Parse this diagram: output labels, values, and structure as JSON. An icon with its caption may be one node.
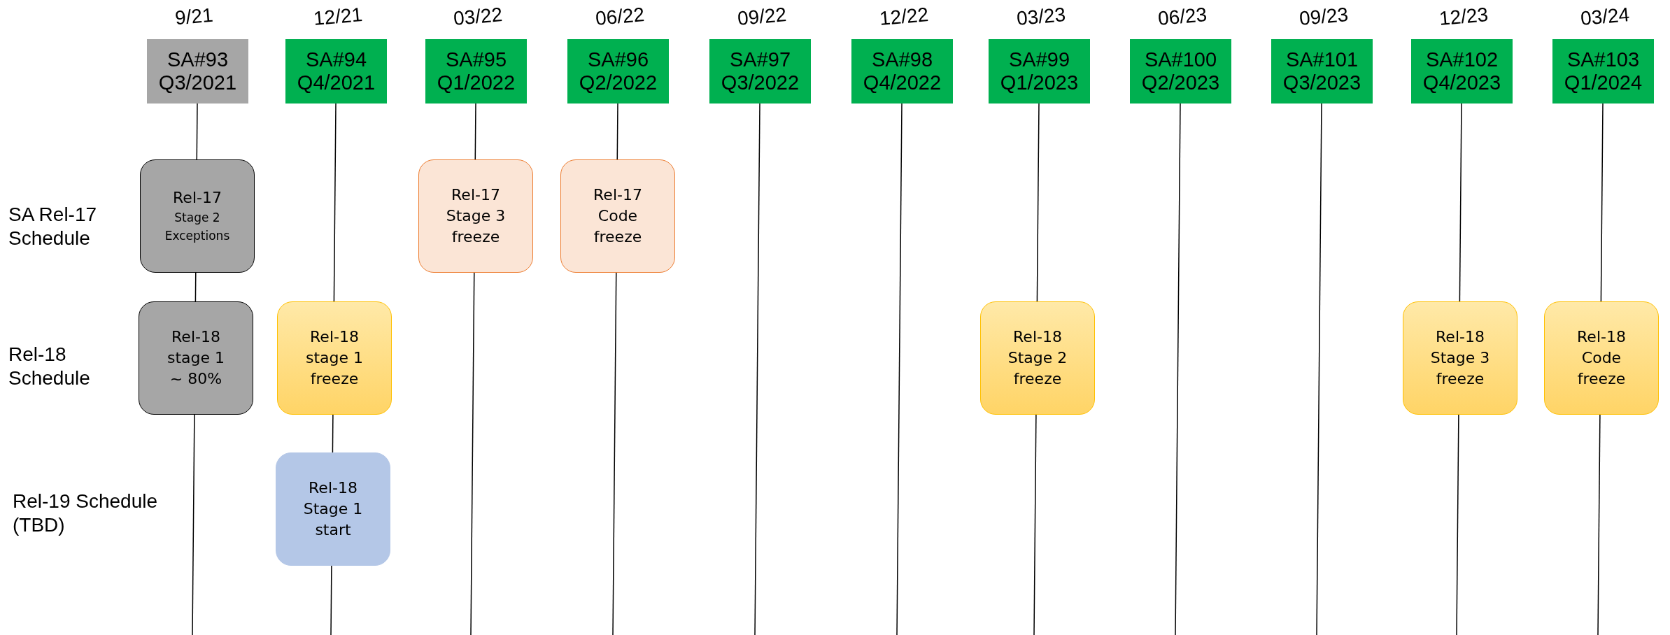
{
  "diagram": {
    "nodes": [
      {
        "text": [
          "SA#93 Q3/2021"
        ],
        "beside": [
          "9/21"
        ]
      },
      {
        "text": [
          "SA#94 Q4/2021"
        ],
        "beside": [
          "12/21"
        ]
      },
      {
        "text": [
          "SA#95 Q1/2022"
        ],
        "beside": [
          "03/22"
        ]
      },
      {
        "text": [
          "SA#96 Q2/2022"
        ],
        "beside": [
          "06/22"
        ]
      },
      {
        "text": [
          "SA#97 Q3/2022"
        ],
        "beside": [
          "09/22"
        ]
      },
      {
        "text": [
          "SA#98 Q4/2022"
        ],
        "beside": [
          "12/22"
        ]
      },
      {
        "text": [
          "SA#99 Q1/2023"
        ],
        "beside": [
          "03/23"
        ]
      },
      {
        "text": [
          "SA#100 Q2/2023"
        ],
        "beside": [
          "06/23"
        ]
      },
      {
        "text": [
          "SA#101 Q3/2023"
        ],
        "beside": [
          "09/23"
        ]
      },
      {
        "text": [
          "SA#102 Q4/2023"
        ],
        "beside": [
          "12/23"
        ]
      },
      {
        "text": [
          "SA#103 Q1/2024"
        ],
        "beside": [
          "03/24"
        ]
      },
      {
        "text": [
          "Rel-17",
          "Stage 2 Exceptions"
        ]
      },
      {
        "text": [
          "Rel-17 Stage 3 freeze"
        ]
      },
      {
        "text": [
          "Rel-17 Code freeze"
        ]
      },
      {
        "text": [
          "Rel-18 stage 1 ~ 80%"
        ]
      },
      {
        "text": [
          "Rel-18 stage 1 freeze"
        ]
      },
      {
        "text": [
          "Rel-18 Stage 2 freeze"
        ]
      },
      {
        "text": [
          "Rel-18 Stage 3 freeze"
        ]
      },
      {
        "text": [
          "Rel-18 Code freeze"
        ]
      },
      {
        "text": [
          "Rel-18 Stage 1 start"
        ]
      }
    ],
    "labels": [
      "SA Rel-17 Schedule",
      "Rel-18 Schedule",
      "Rel-19 Schedule (TBD)"
    ]
  }
}
